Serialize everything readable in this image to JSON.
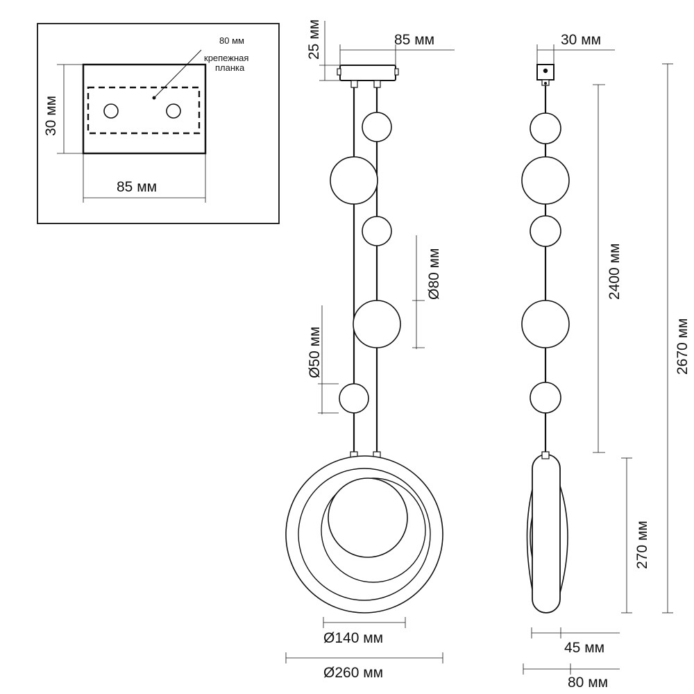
{
  "inset": {
    "bracket_width": "80 мм",
    "bracket_label_line1": "крепежная",
    "bracket_label_line2": "планка",
    "canopy_depth": "30 мм",
    "canopy_width": "85 мм"
  },
  "front_view": {
    "canopy_height": "25 мм",
    "canopy_width": "85 мм",
    "large_sphere_diameter": "Ø80 мм",
    "small_sphere_diameter": "Ø50 мм",
    "inner_ring_diameter": "Ø140 мм",
    "outer_ring_diameter": "Ø260 мм"
  },
  "side_view": {
    "canopy_depth": "30 мм",
    "suspension_length": "2400 мм",
    "total_height": "2670 мм",
    "ring_height": "270 мм",
    "inner_depth": "45 мм",
    "outer_depth": "80 мм"
  },
  "colors": {
    "line": "#111111",
    "sphere_fill": "#ffffff"
  }
}
